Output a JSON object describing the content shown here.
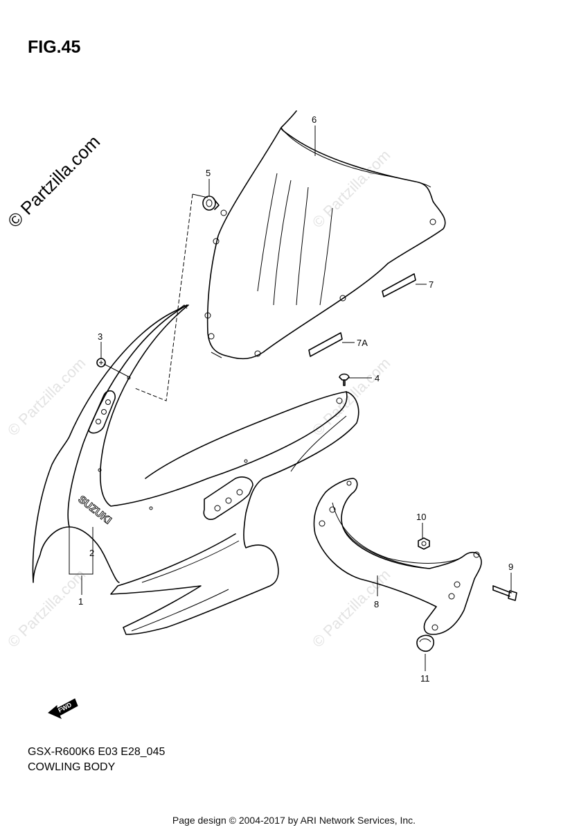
{
  "figure": {
    "title": "FIG.45"
  },
  "watermark": {
    "text": "© Partzilla.com"
  },
  "callouts": [
    {
      "id": "1",
      "label": "1"
    },
    {
      "id": "2",
      "label": "2"
    },
    {
      "id": "3",
      "label": "3"
    },
    {
      "id": "4",
      "label": "4"
    },
    {
      "id": "5",
      "label": "5"
    },
    {
      "id": "6",
      "label": "6"
    },
    {
      "id": "7",
      "label": "7"
    },
    {
      "id": "7A",
      "label": "7A"
    },
    {
      "id": "8",
      "label": "8"
    },
    {
      "id": "9",
      "label": "9"
    },
    {
      "id": "10",
      "label": "10"
    },
    {
      "id": "11",
      "label": "11"
    }
  ],
  "logo": {
    "text": "SUZUKI"
  },
  "direction": {
    "text": "FWD"
  },
  "footer": {
    "model_code": "GSX-R600K6 E03 E28_045",
    "assembly_name": "COWLING BODY",
    "copyright": "Page design © 2004-2017 by ARI Network Services, Inc."
  }
}
